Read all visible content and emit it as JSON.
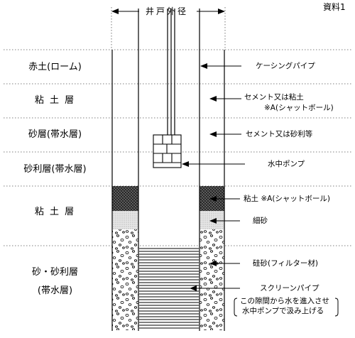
{
  "header": {
    "doc_label": "資料1",
    "well_diameter_label": "井戸外径"
  },
  "layers": [
    {
      "id": "layer-akatsuchi",
      "label": "赤土(ローム)"
    },
    {
      "id": "layer-nendo-1",
      "label": "粘 土 層"
    },
    {
      "id": "layer-sasou",
      "label": "砂層(帯水層)"
    },
    {
      "id": "layer-jarisou",
      "label": "砂利層(帯水層)"
    },
    {
      "id": "layer-nendo-2",
      "label": "粘 土 層"
    },
    {
      "id": "layer-suna-jari-1",
      "label": "砂・砂利層"
    },
    {
      "id": "layer-suna-jari-2",
      "label": "(帯水層)"
    }
  ],
  "annotations": {
    "casing_pipe": "ケーシングパイプ",
    "cement_or_clay": "セメント又は粘土",
    "shaft_ball_a": "※A(シャットボール)",
    "cement_or_gravel": "セメント又は砂利等",
    "submersible_pump": "水中ポンプ",
    "clay_shaft_ball": "粘土  ※A(シャットボール)",
    "fine_sand": "細砂",
    "silica_sand": "硅砂(フィルター材)",
    "screen_pipe": "スクリーンパイプ",
    "screen_note_1": "この隙間から水を進入させ",
    "screen_note_2": "水中ポンプで汲み上げる"
  },
  "colors": {
    "line": "#000000",
    "dotted_line": "#555555",
    "crosshatch": "#2a2a2a",
    "fine_sand": "#cfcfcf"
  }
}
